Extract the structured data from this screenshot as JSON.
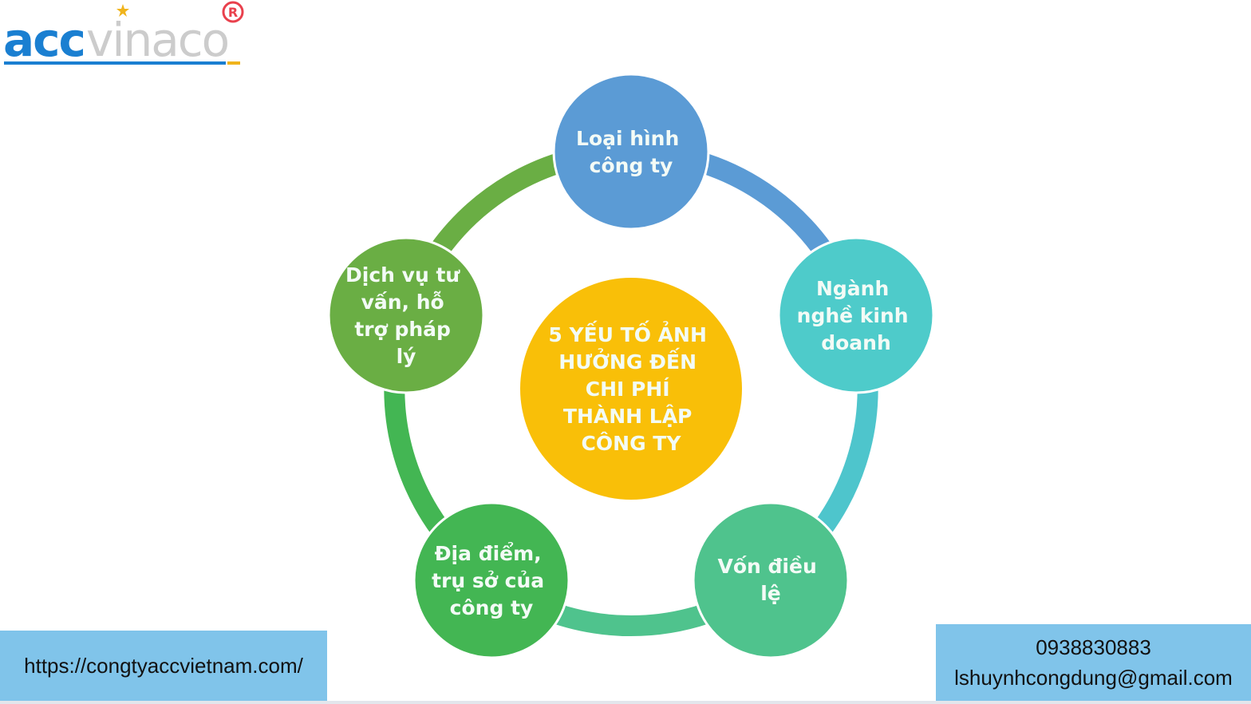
{
  "logo": {
    "text_part1": "acc",
    "text_part2": "vinaco",
    "registered_mark": "R",
    "colors": {
      "primary": "#1a7fd1",
      "secondary": "#c9c9c9",
      "star": "#f0b41c",
      "registered": "#e9414d"
    }
  },
  "diagram": {
    "center": {
      "lines": [
        "5 YẾU TỐ ẢNH",
        "HƯỞNG ĐẾN",
        "CHI PHÍ",
        "THÀNH LẬP",
        "CÔNG TY"
      ],
      "color": "#f9bf08"
    },
    "nodes": [
      {
        "lines": [
          "Loại hình",
          "công ty"
        ],
        "color": "#5b9bd5"
      },
      {
        "lines": [
          "Ngành",
          "nghề kinh",
          "doanh"
        ],
        "color": "#4ecbca"
      },
      {
        "lines": [
          "Vốn điều",
          "lệ"
        ],
        "color": "#4fc38d"
      },
      {
        "lines": [
          "Địa điểm,",
          "trụ sở của",
          "công ty"
        ],
        "color": "#43b653"
      },
      {
        "lines": [
          "Dịch vụ tư",
          "vấn, hỗ",
          "trợ pháp",
          "lý"
        ],
        "color": "#6aae44"
      }
    ],
    "ring_segments": [
      {
        "from": "Loại hình công ty",
        "to": "Ngành nghề kinh doanh",
        "color": "#5b9bd5"
      },
      {
        "from": "Ngành nghề kinh doanh",
        "to": "Vốn điều lệ",
        "color": "#4ec5cc"
      },
      {
        "from": "Vốn điều lệ",
        "to": "Địa điểm, trụ sở của công ty",
        "color": "#4fc38d"
      },
      {
        "from": "Địa điểm, trụ sở của công ty",
        "to": "Dịch vụ tư vấn, hỗ trợ pháp lý",
        "color": "#43b653"
      },
      {
        "from": "Dịch vụ tư vấn, hỗ trợ pháp lý",
        "to": "Loại hình công ty",
        "color": "#6aae44"
      }
    ]
  },
  "footer": {
    "website": "https://congtyaccvietnam.com/",
    "phone": "0938830883",
    "email": "lshuynhcongdung@gmail.com",
    "background": "#80c4ea"
  }
}
